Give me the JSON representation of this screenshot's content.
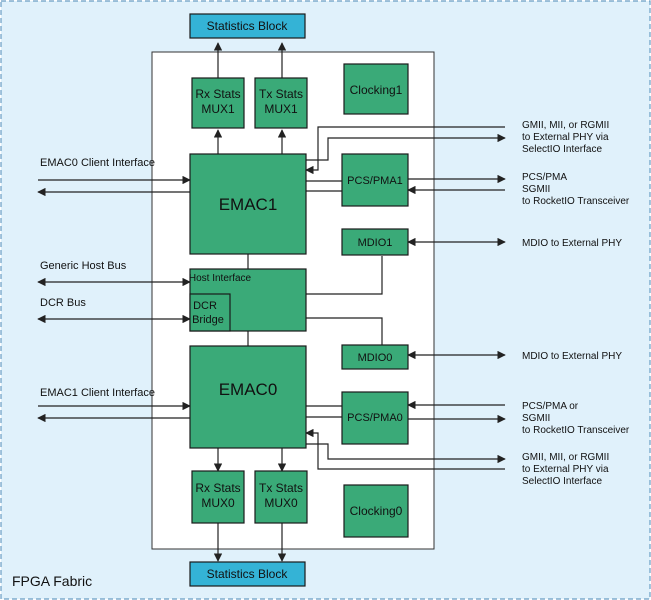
{
  "fabric_label": "FPGA Fabric",
  "colors": {
    "block": "#3aaa78",
    "stats": "#34b3d6",
    "fabric_bg": "#e0f1fb",
    "fabric_border": "#6a9ec4"
  },
  "blocks": {
    "stats_top": "Statistics Block",
    "stats_bottom": "Statistics Block",
    "rx_stats_mux1": [
      "Rx Stats",
      "MUX1"
    ],
    "tx_stats_mux1": [
      "Tx Stats",
      "MUX1"
    ],
    "clocking1": "Clocking1",
    "emac1": "EMAC1",
    "pcs_pma1": "PCS/PMA1",
    "mdio1": "MDIO1",
    "host_interface": "Host Interface",
    "dcr_bridge": [
      "DCR",
      "Bridge"
    ],
    "mdio0": "MDIO0",
    "emac0": "EMAC0",
    "pcs_pma0": "PCS/PMA0",
    "rx_stats_mux0": [
      "Rx Stats",
      "MUX0"
    ],
    "tx_stats_mux0": [
      "Tx Stats",
      "MUX0"
    ],
    "clocking0": "Clocking0"
  },
  "labels": {
    "emac0_client": "EMAC0 Client Interface",
    "generic_host_bus": "Generic Host Bus",
    "dcr_bus": "DCR Bus",
    "emac1_client": "EMAC1 Client Interface",
    "gmii_top": [
      "GMII, MII, or RGMII",
      "to External PHY via",
      "SelectIO Interface"
    ],
    "pcs_top": [
      "PCS/PMA",
      "SGMII",
      "to RocketIO Transceiver"
    ],
    "mdio_top": "MDIO to External PHY",
    "mdio_bottom": "MDIO to External PHY",
    "pcs_bottom": [
      "PCS/PMA or",
      "SGMII",
      "to RocketIO Transceiver"
    ],
    "gmii_bottom": [
      "GMII, MII, or RGMII",
      "to External PHY via",
      "SelectIO Interface"
    ]
  }
}
